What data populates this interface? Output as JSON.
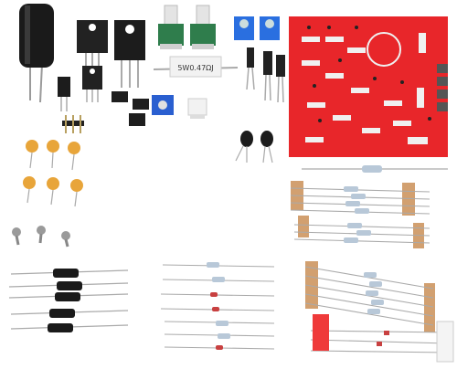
{
  "photo": {
    "background": "#ffffff",
    "pcb_color": "#e8262a",
    "capacitor_color": "#1a1a1a",
    "ceramic_cap_color": "#e8a53a",
    "resistor_body_color": "#b8c8d8",
    "tape_color": "#d2a070",
    "trimmer_color": "#2a5fd0",
    "terminal_color": "#2a6fe0",
    "power_resistor_label": "5W0.47ΩJ",
    "components": [
      "electrolytic-capacitor",
      "mosfet-heatsink",
      "power-transistor",
      "potentiometer",
      "screw-terminal",
      "pcb-board",
      "power-resistor",
      "voltage-regulator",
      "bridge-rectifier",
      "trimmer",
      "pin-header",
      "connector",
      "small-capacitor",
      "small-transistor",
      "ceramic-capacitor",
      "screw",
      "diode",
      "resistor-strip",
      "led"
    ]
  }
}
